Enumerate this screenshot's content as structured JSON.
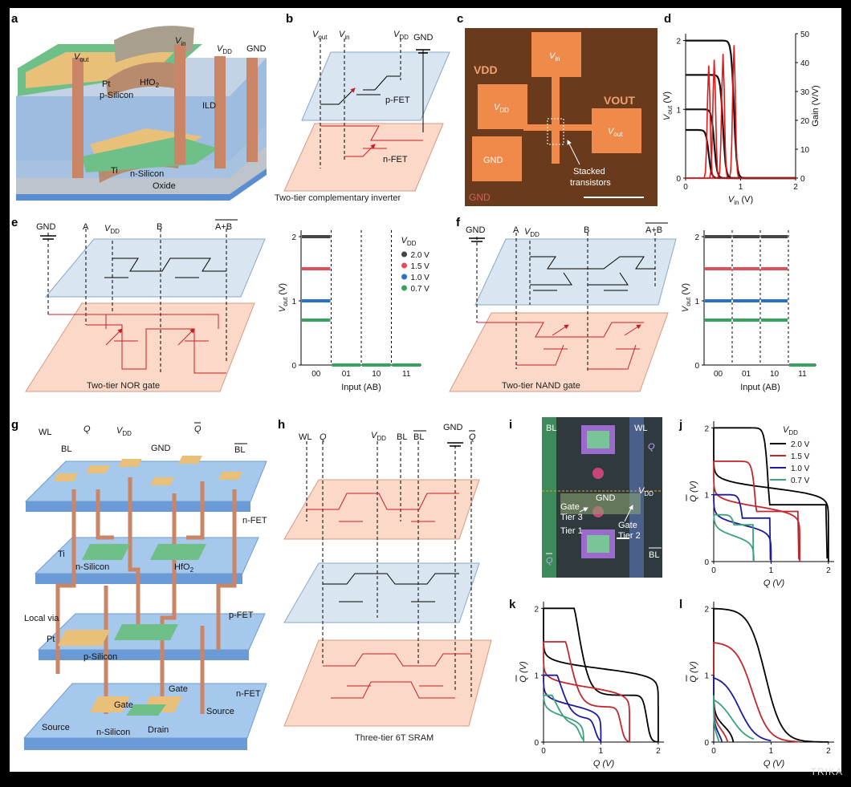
{
  "watermark": "TRIKA",
  "panels": {
    "a": {
      "letter": "a",
      "labels": {
        "vout": "V",
        "vout_sub": "out",
        "vin": "V",
        "vin_sub": "in",
        "vdd": "V",
        "vdd_sub": "DD",
        "gnd": "GND",
        "pt": "Pt",
        "hfo2": "HfO",
        "hfo2_sub": "2",
        "psi": "p-Silicon",
        "ild": "ILD",
        "ti": "Ti",
        "nsi": "n-Silicon",
        "oxide": "Oxide"
      }
    },
    "b": {
      "letter": "b",
      "labels": {
        "vout": "V",
        "vout_sub": "out",
        "vin": "V",
        "vin_sub": "in",
        "vdd": "V",
        "vdd_sub": "DD",
        "gnd": "GND",
        "pfet": "p-FET",
        "nfet": "n-FET"
      },
      "caption": "Two-tier complementary inverter"
    },
    "c": {
      "letter": "c",
      "labels": {
        "vdd_big": "VDD",
        "vin": "V",
        "vin_sub": "in",
        "vdd": "V",
        "vdd_sub": "DD",
        "vout_big": "VOUT",
        "vout": "V",
        "vout_sub": "out",
        "gnd": "GND",
        "gnd_big": "GND",
        "stacked": "Stacked",
        "transistors": "transistors"
      }
    },
    "e": {
      "letter": "e",
      "labels": {
        "gnd": "GND",
        "a": "A",
        "vdd": "V",
        "vdd_sub": "DD",
        "b": "B",
        "out": "A+B"
      },
      "caption": "Two-tier NOR gate"
    },
    "f": {
      "letter": "f",
      "labels": {
        "gnd": "GND",
        "a": "A",
        "vdd": "V",
        "vdd_sub": "DD",
        "b": "B",
        "out": "A+B"
      },
      "caption": "Two-tier NAND gate"
    },
    "g": {
      "letter": "g",
      "labels": {
        "wl": "WL",
        "q": "Q",
        "vdd": "V",
        "vdd_sub": "DD",
        "qbar": "Q",
        "bl": "BL",
        "gnd": "GND",
        "blbar": "BL",
        "nfet_top": "n-FET",
        "ti": "Ti",
        "hfo2": "HfO",
        "hfo2_sub": "2",
        "nsi_top": "n-Silicon",
        "local_via": "Local via",
        "pfet": "p-FET",
        "pt": "Pt",
        "psi": "p-Silicon",
        "nfet_bot": "n-FET",
        "gate1": "Gate",
        "gate2": "Gate",
        "source1": "Source",
        "source2": "Source",
        "nsi_bot": "n-Silicon",
        "drain": "Drain"
      }
    },
    "h": {
      "letter": "h",
      "labels": {
        "wl": "WL",
        "q": "Q",
        "vdd": "V",
        "vdd_sub": "DD",
        "bl": "BL",
        "blbar": "BL",
        "gnd": "GND",
        "qbar": "Q"
      },
      "caption": "Three-tier 6T SRAM"
    },
    "i": {
      "letter": "i",
      "labels": {
        "bl": "BL",
        "wl": "WL",
        "q": "Q",
        "vdd": "V",
        "vdd_sub": "DD",
        "gnd": "GND",
        "gate_t3a": "Gate",
        "gate_t3b": "Tier 3",
        "tier1": "Tier 1",
        "gate_t2a": "Gate",
        "gate_t2b": "Tier 2",
        "qbar": "Q",
        "blbar": "BL"
      }
    }
  },
  "chart_data": [
    {
      "id": "d",
      "letter": "d",
      "type": "line",
      "xlabel": "V",
      "xlabel_sub": "in",
      "xlabel_unit": " (V)",
      "ylabel": "V",
      "ylabel_sub": "out",
      "ylabel_unit": " (V)",
      "y2label": "Gain (V/V)",
      "xlim": [
        0,
        2
      ],
      "ylim": [
        0,
        2.1
      ],
      "y2lim": [
        0,
        50
      ],
      "xticks": [
        "0",
        "1",
        "2"
      ],
      "yticks": [
        "0",
        "1",
        "2"
      ],
      "y2ticks": [
        "0",
        "10",
        "20",
        "30",
        "40",
        "50"
      ],
      "series": [
        {
          "vdd": 2.0,
          "switch": 0.88,
          "gain_peak": 46
        },
        {
          "vdd": 1.5,
          "switch": 0.68,
          "gain_peak": 43
        },
        {
          "vdd": 1.0,
          "switch": 0.52,
          "gain_peak": 41
        },
        {
          "vdd": 0.7,
          "switch": 0.42,
          "gain_peak": 39
        }
      ],
      "colors": {
        "vout": "#111111",
        "gain": "#e01a1a"
      }
    },
    {
      "id": "e_out",
      "letter": "",
      "type": "line",
      "xlabel": "Input (AB)",
      "ylabel": "V",
      "ylabel_sub": "out",
      "ylabel_unit": " (V)",
      "categories": [
        "00",
        "01",
        "10",
        "11"
      ],
      "ylim": [
        0,
        2.1
      ],
      "yticks": [
        "0",
        "1",
        "2"
      ],
      "legend_title": "V",
      "legend_title_sub": "DD",
      "series": [
        {
          "name": "2.0 V",
          "color": "#444444",
          "levels": [
            2.0,
            0.0,
            0.0,
            0.0
          ]
        },
        {
          "name": "1.5 V",
          "color": "#e0505a",
          "levels": [
            1.5,
            0.0,
            0.0,
            0.0
          ]
        },
        {
          "name": "1.0 V",
          "color": "#2a6fc9",
          "levels": [
            1.0,
            0.0,
            0.0,
            0.0
          ]
        },
        {
          "name": "0.7 V",
          "color": "#3aa060",
          "levels": [
            0.7,
            0.0,
            0.0,
            0.0
          ]
        }
      ]
    },
    {
      "id": "f_out",
      "letter": "",
      "type": "line",
      "xlabel": "Input (AB)",
      "ylabel": "V",
      "ylabel_sub": "out",
      "ylabel_unit": " (V)",
      "categories": [
        "00",
        "01",
        "10",
        "11"
      ],
      "ylim": [
        0,
        2.1
      ],
      "yticks": [
        "0",
        "1",
        "2"
      ],
      "series": [
        {
          "color": "#444444",
          "levels": [
            2.0,
            2.0,
            2.0,
            0.0
          ]
        },
        {
          "color": "#e0505a",
          "levels": [
            1.5,
            1.5,
            1.5,
            0.0
          ]
        },
        {
          "color": "#2a6fc9",
          "levels": [
            1.0,
            1.0,
            1.0,
            0.0
          ]
        },
        {
          "color": "#3aa060",
          "levels": [
            0.7,
            0.7,
            0.7,
            0.0
          ]
        }
      ]
    },
    {
      "id": "j",
      "letter": "j",
      "type": "line",
      "xlabel": "Q (V)",
      "ylabel": "Q (V)",
      "xlim": [
        0,
        2.1
      ],
      "ylim": [
        0,
        2.1
      ],
      "xticks": [
        "0",
        "1",
        "2"
      ],
      "yticks": [
        "0",
        "1",
        "2"
      ],
      "legend_title": "V",
      "legend_title_sub": "DD",
      "series": [
        {
          "name": "2.0 V",
          "color": "#000000",
          "vdd": 2.0
        },
        {
          "name": "1.5 V",
          "color": "#c4262e",
          "vdd": 1.5
        },
        {
          "name": "1.0 V",
          "color": "#1c1c9c",
          "vdd": 1.0
        },
        {
          "name": "0.7 V",
          "color": "#3aa37a",
          "vdd": 0.7
        }
      ]
    },
    {
      "id": "k",
      "letter": "k",
      "type": "line",
      "xlabel": "Q (V)",
      "ylabel": "Q (V)",
      "xlim": [
        0,
        2.1
      ],
      "ylim": [
        0,
        2.1
      ],
      "xticks": [
        "0",
        "1",
        "2"
      ],
      "yticks": [
        "0",
        "1",
        "2"
      ],
      "series": [
        {
          "color": "#000000",
          "vdd": 2.0
        },
        {
          "color": "#c4262e",
          "vdd": 1.5
        },
        {
          "color": "#1c1c9c",
          "vdd": 1.0
        },
        {
          "color": "#3aa37a",
          "vdd": 0.7
        }
      ]
    },
    {
      "id": "l",
      "letter": "l",
      "type": "line",
      "xlabel": "Q (V)",
      "ylabel": "Q (V)",
      "xlim": [
        0,
        2.1
      ],
      "ylim": [
        0,
        2.1
      ],
      "xticks": [
        "0",
        "1",
        "2"
      ],
      "yticks": [
        "0",
        "1",
        "2"
      ],
      "series": [
        {
          "color": "#000000",
          "vdd": 2.0
        },
        {
          "color": "#c4262e",
          "vdd": 1.5
        },
        {
          "color": "#1c1c9c",
          "vdd": 1.0
        },
        {
          "color": "#3aa37a",
          "vdd": 0.7
        }
      ]
    }
  ]
}
